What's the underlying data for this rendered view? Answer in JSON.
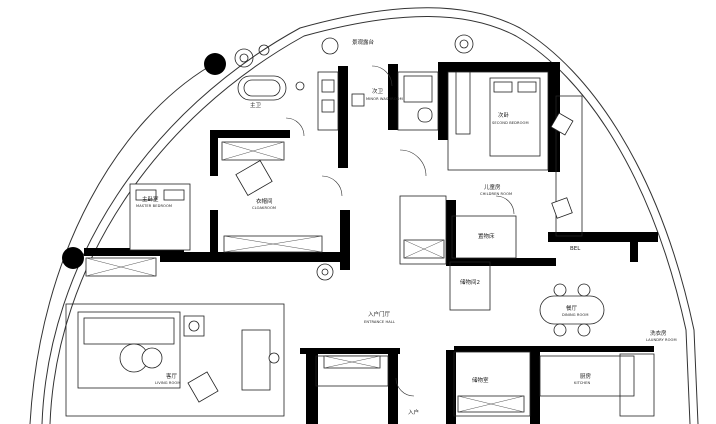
{
  "rooms": {
    "balcony": {
      "cn": "景观露台"
    },
    "master_bath": {
      "cn": "主卫"
    },
    "minor_bath": {
      "cn": "次卫",
      "en": "MINOR WASHROOM"
    },
    "second_bedroom": {
      "cn": "次卧",
      "en": "SECOND BEDROOM"
    },
    "cloakroom": {
      "cn": "衣帽间",
      "en": "CLOAKROOM"
    },
    "master_bedroom": {
      "cn": "主卧室",
      "en": "MASTER BEDROOM"
    },
    "children_room": {
      "cn": "儿童房",
      "en": "CHILDREN ROOM"
    },
    "study": {
      "cn": "置物床"
    },
    "storage2": {
      "cn": "储物间2"
    },
    "entrance_hall": {
      "cn": "入户门厅",
      "en": "ENTRANCE HALL"
    },
    "dining_room": {
      "cn": "餐厅",
      "en": "DINING ROOM"
    },
    "laundry_room": {
      "cn": "洗衣房",
      "en": "LAUNDRY ROOM"
    },
    "living_room": {
      "cn": "客厅",
      "en": "LIVING ROOM"
    },
    "storage_room": {
      "cn": "储物室"
    },
    "kitchen": {
      "cn": "厨房",
      "en": "KITCHEN"
    },
    "entry": {
      "cn": "入户"
    }
  },
  "fixtures": {
    "fridge_tag": "BEL"
  }
}
